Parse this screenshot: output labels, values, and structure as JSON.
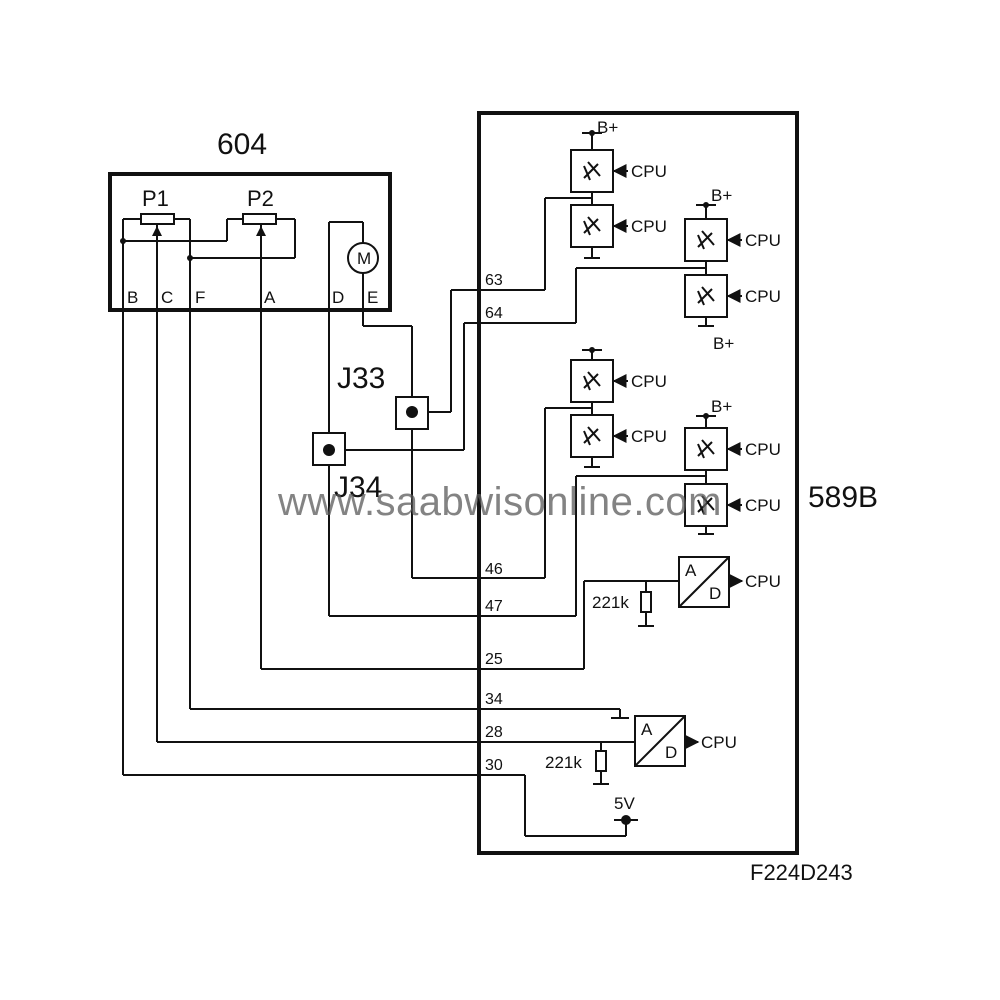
{
  "labels": {
    "component_604": "604",
    "component_589b": "589B",
    "p1": "P1",
    "p2": "P2",
    "motor": "M",
    "connector_j33": "J33",
    "connector_j34": "J34",
    "figure_id": "F224D243",
    "watermark": "www.saabwisonline.com",
    "cpu": "CPU",
    "b_plus": "B+",
    "resistor_221k": "221k",
    "five_volt": "5V",
    "adc_a": "A",
    "adc_d": "D"
  },
  "pins_604": {
    "B": "B",
    "C": "C",
    "F": "F",
    "A": "A",
    "D": "D",
    "E": "E"
  },
  "pins_589b": {
    "p63": "63",
    "p64": "64",
    "p46": "46",
    "p47": "47",
    "p25": "25",
    "p34": "34",
    "p28": "28",
    "p30": "30"
  }
}
